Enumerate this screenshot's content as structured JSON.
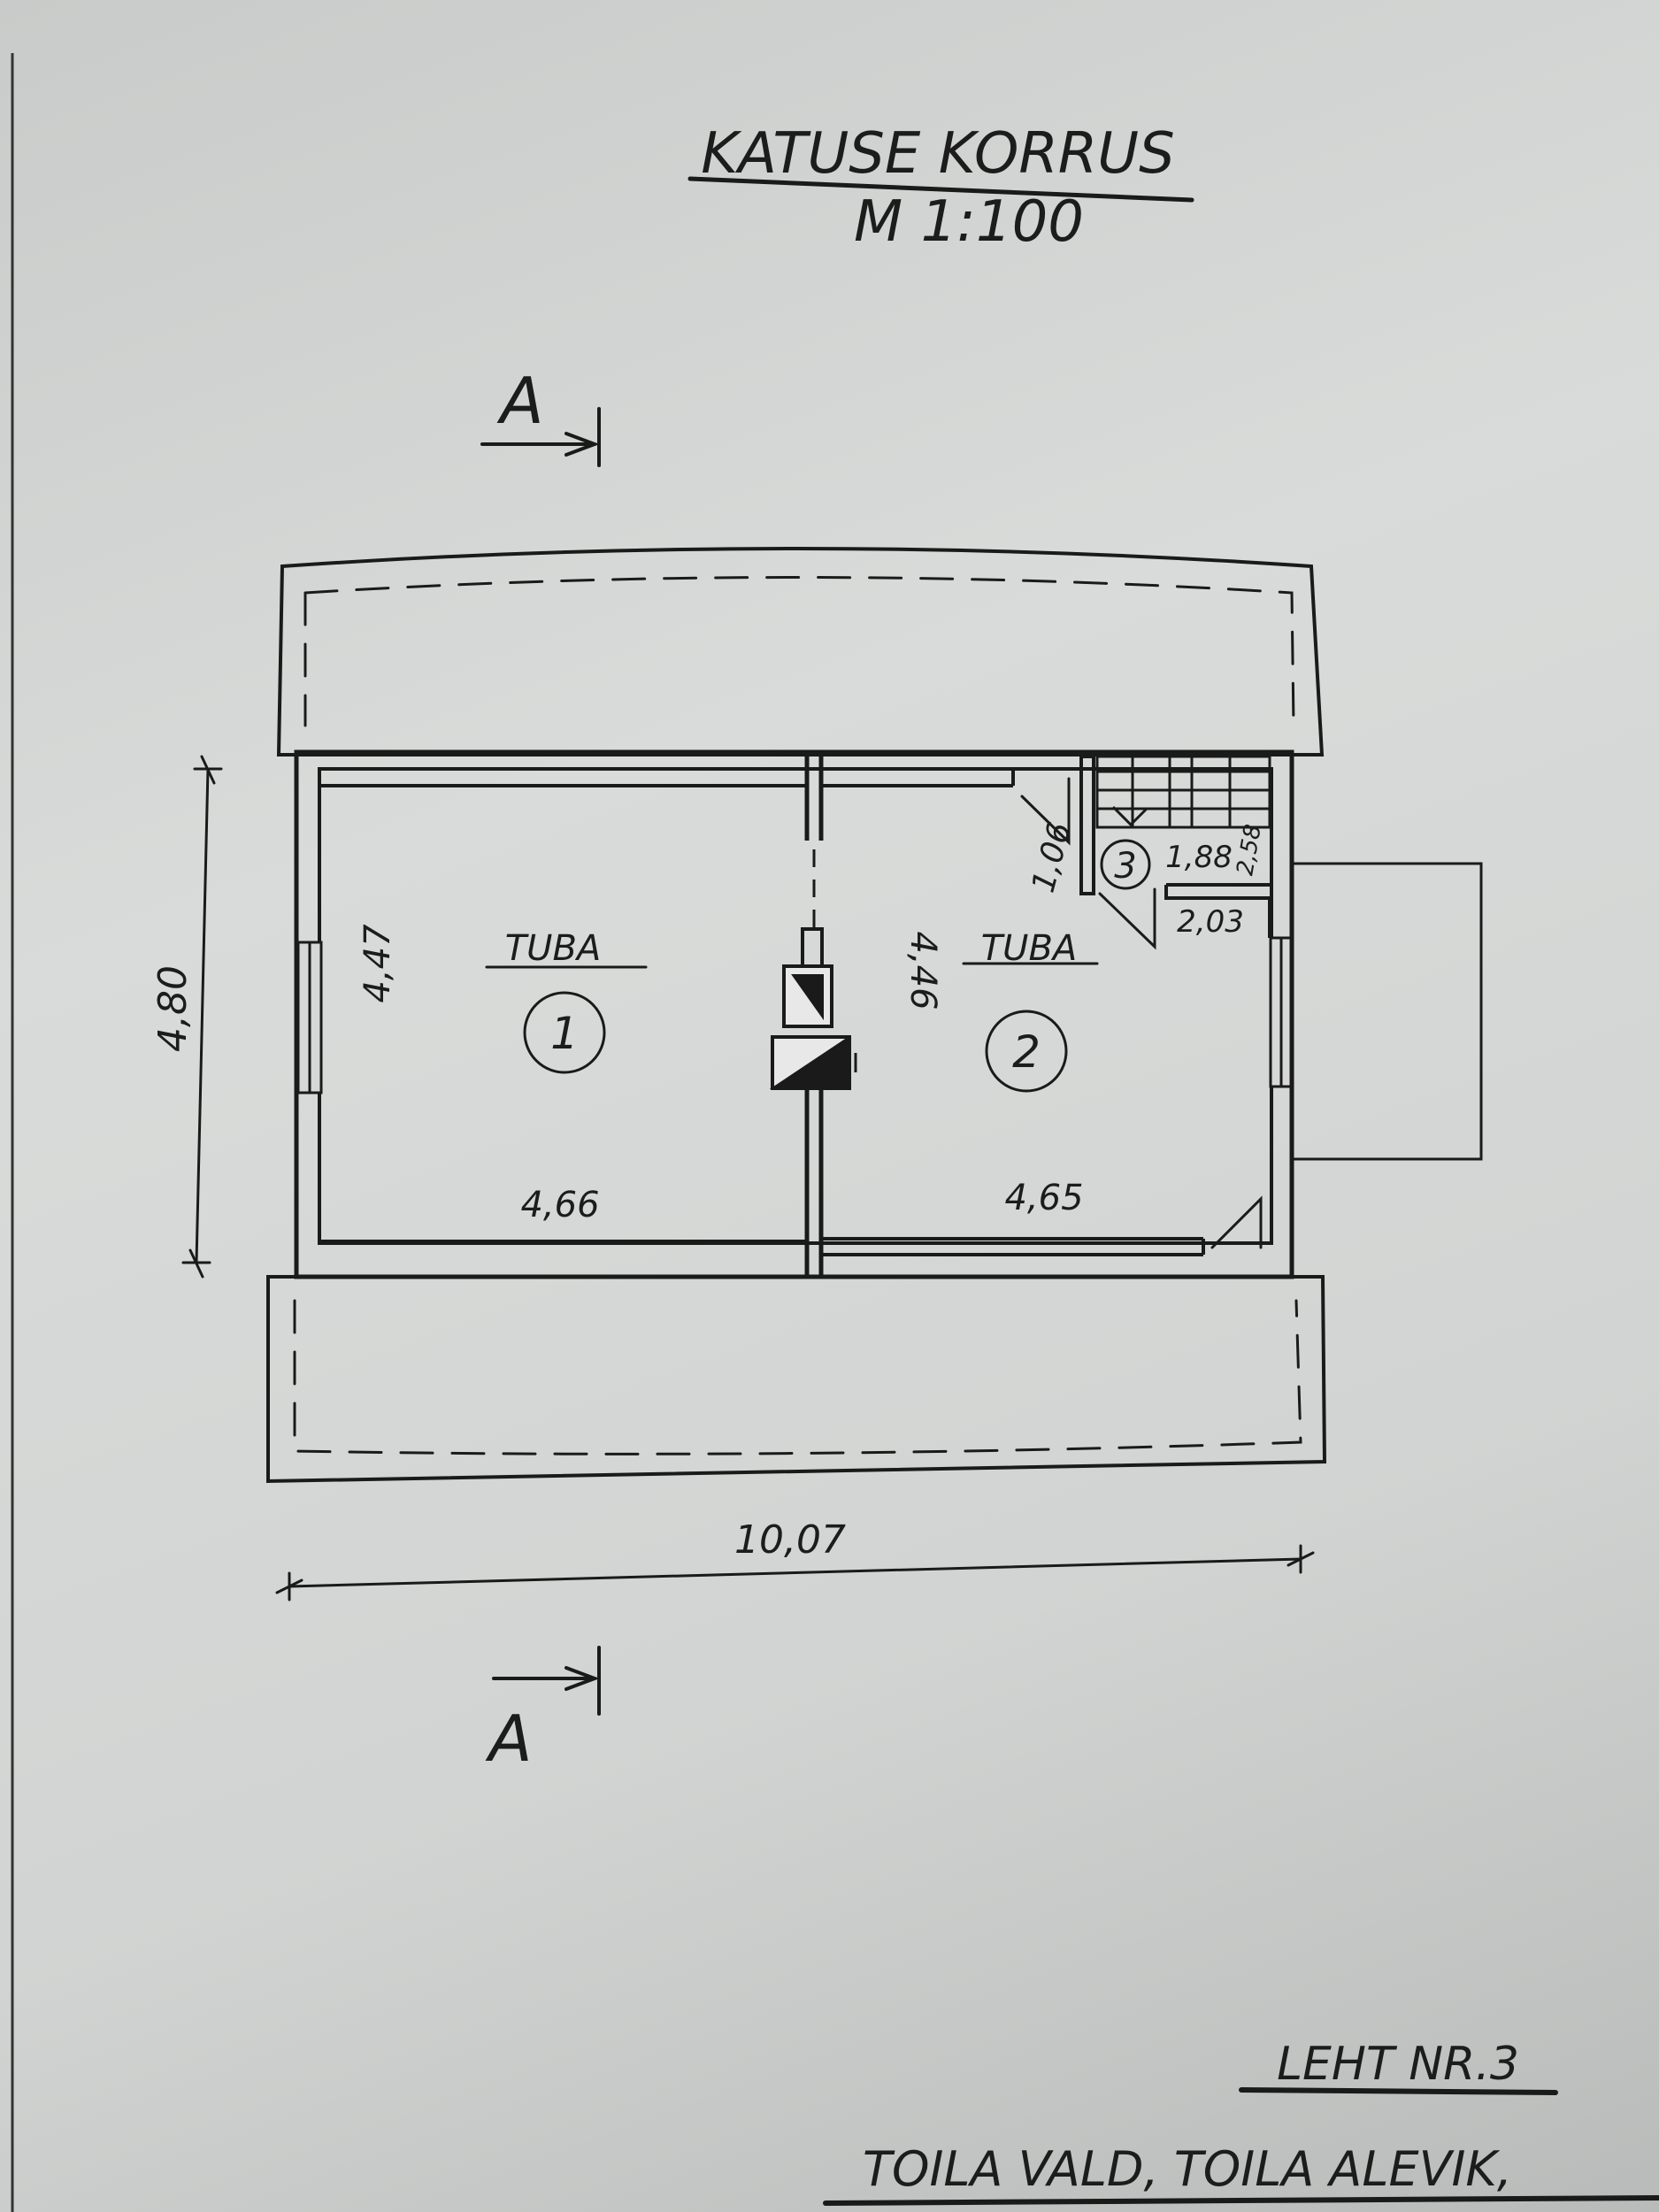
{
  "title": "KATUSE KORRUS",
  "scale": "M 1:100",
  "section_marker": "A",
  "rooms": [
    {
      "name": "TUBA",
      "number": "1",
      "width": "4,66",
      "depth": "4,47"
    },
    {
      "name": "TUBA",
      "number": "2",
      "width": "4,65",
      "depth": "4,46"
    },
    {
      "number": "3",
      "dims": [
        "1,06",
        "1,88",
        "2,58",
        "2,03"
      ]
    }
  ],
  "overall_dims": {
    "depth": "4,80",
    "length": "10,07"
  },
  "sheet": "LEHT NR.3",
  "location": "TOILA VALD, TOILA  ALEVIK,"
}
